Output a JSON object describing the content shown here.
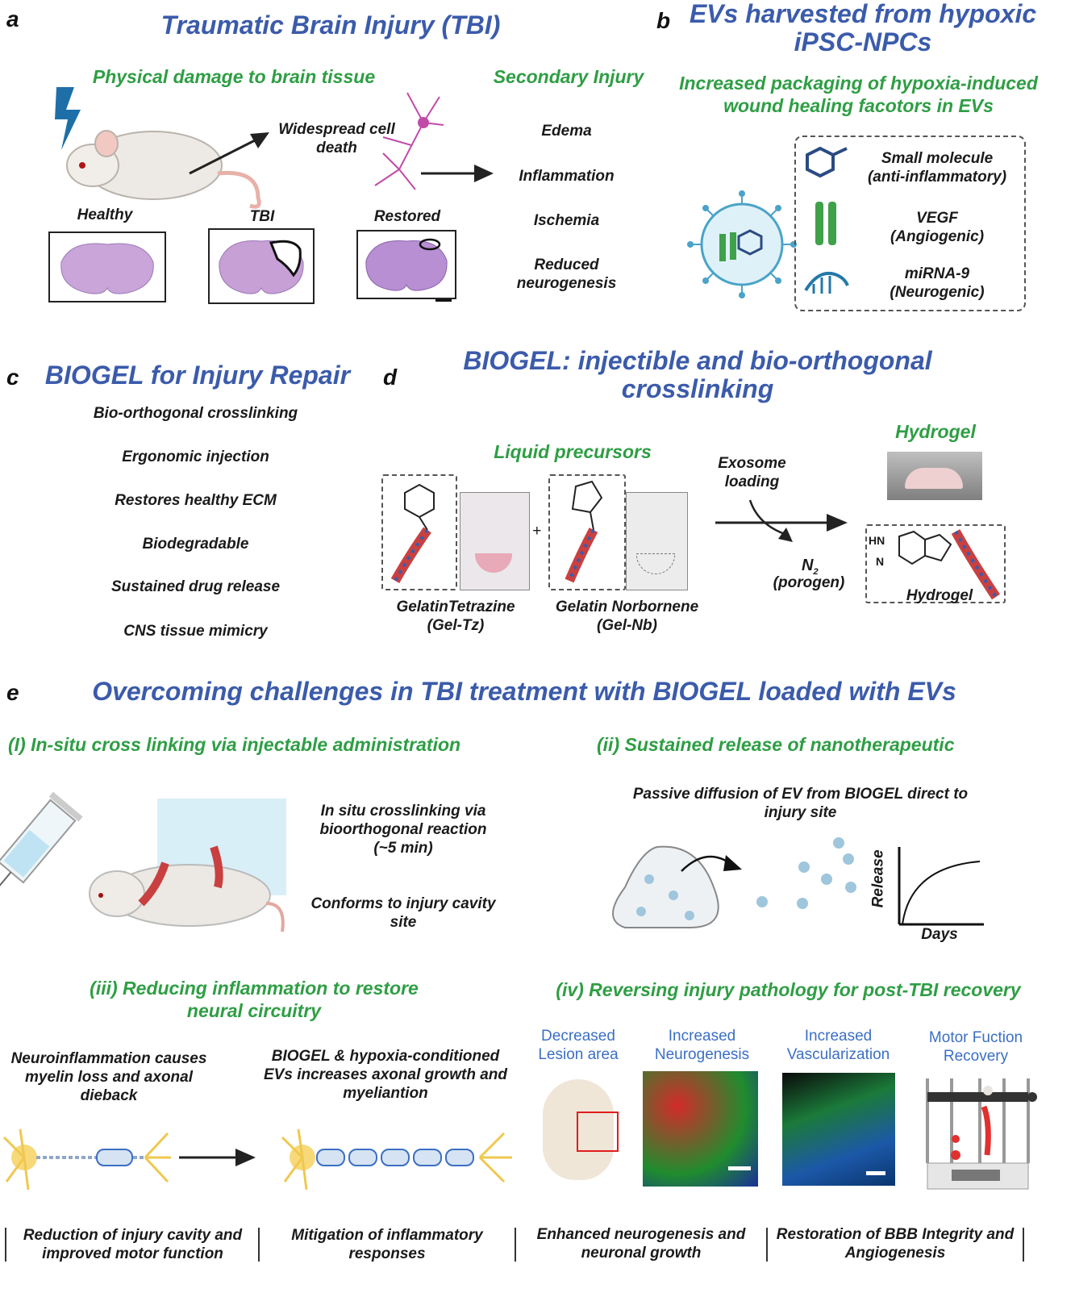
{
  "panel_a": {
    "letter": "a",
    "title": "Traumatic Brain Injury (TBI)",
    "subtitle": "Physical damage to brain tissue",
    "secondary_title": "Secondary Injury",
    "cell_death": "Widespread cell death",
    "healthy": "Healthy",
    "tbi": "TBI",
    "restored": "Restored",
    "secondary_items": [
      "Edema",
      "Inflammation",
      "Ischemia",
      "Reduced neurogenesis"
    ]
  },
  "panel_b": {
    "letter": "b",
    "title": "EVs harvested from hypoxic iPSC-NPCs",
    "subtitle": "Increased packaging of hypoxia-induced wound healing facotors in EVs",
    "items": [
      {
        "name": "Small molecule",
        "desc": "(anti-inflammatory)"
      },
      {
        "name": "VEGF",
        "desc": "(Angiogenic)"
      },
      {
        "name": "miRNA-9",
        "desc": "(Neurogenic)"
      }
    ]
  },
  "panel_c": {
    "letter": "c",
    "title": "BIOGEL for Injury Repair",
    "items": [
      "Bio-orthogonal crosslinking",
      "Ergonomic injection",
      "Restores healthy ECM",
      "Biodegradable",
      "Sustained drug release",
      "CNS tissue mimicry"
    ]
  },
  "panel_d": {
    "letter": "d",
    "title": "BIOGEL: injectible and bio-orthogonal crosslinking",
    "liquid": "Liquid precursors",
    "hydrogel_title": "Hydrogel",
    "exosome": "Exosome loading",
    "n2": "N",
    "n2_sub": "2",
    "porogen": "(porogen)",
    "gel_tz": "GelatinTetrazine (Gel-Tz)",
    "gel_nb": "Gelatin Norbornene (Gel-Nb)",
    "hydrogel_label": "Hydrogel",
    "plus": "+",
    "hn": "HN",
    "n": "N"
  },
  "panel_e": {
    "letter": "e",
    "title": "Overcoming challenges in TBI treatment with BIOGEL loaded with EVs",
    "i_title": "(I) In-situ cross linking via injectable administration",
    "i_text1": "In situ crosslinking via bioorthogonal reaction (~5 min)",
    "i_text2": "Conforms to injury cavity site",
    "ii_title": "(ii) Sustained release of nanotherapeutic",
    "ii_text": "Passive diffusion of EV from BIOGEL direct to injury site",
    "ii_ylabel": "Release",
    "ii_xlabel": "Days",
    "iii_title": "(iii) Reducing inflammation to restore neural circuitry",
    "iii_text1": "Neuroinflammation causes myelin loss and axonal dieback",
    "iii_text2": "BIOGEL & hypoxia-conditioned EVs increases axonal growth and myeliantion",
    "iv_title": "(iv) Reversing injury pathology for post-TBI recovery",
    "iv_items": [
      "Decreased Lesion area",
      "Increased Neurogenesis",
      "Increased Vascularization",
      "Motor Fuction Recovery"
    ],
    "bottom": [
      "Reduction of injury cavity and improved motor function",
      "Mitigation of inflammatory responses",
      "Enhanced neurogenesis and neuronal growth",
      "Restoration of BBB Integrity and Angiogenesis"
    ]
  },
  "colors": {
    "blue_title": "#3b5bab",
    "green_title": "#2e9e44",
    "label_blue": "#3b6fc4"
  }
}
